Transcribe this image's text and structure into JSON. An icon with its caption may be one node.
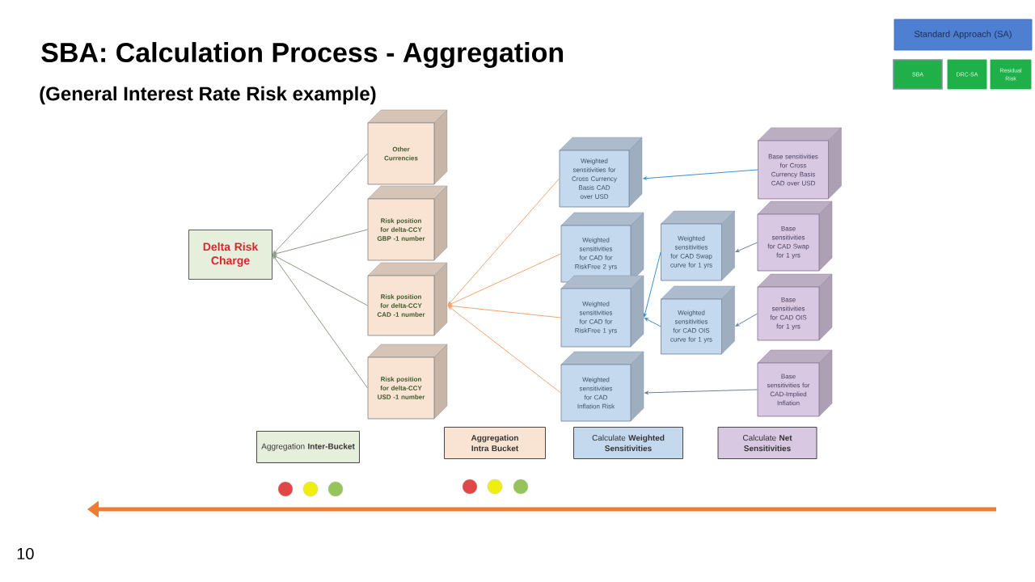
{
  "diagram": {
    "title": "SBA: Calculation Process - Aggregation",
    "nodes": [
      {
        "text": [
          "Delta Risk Charge"
        ]
      },
      {
        "text": [
          "Other Currencies"
        ]
      },
      {
        "text": [
          "Risk position for delta-CCY GBP -1 number"
        ]
      },
      {
        "text": [
          "Risk position for delta-CCY CAD -1 number"
        ]
      },
      {
        "text": [
          "Risk position for delta-CCY USD -1 number"
        ]
      },
      {
        "text": [
          "Weighted sensitivities for Cross Currency Basis CAD over USD"
        ]
      },
      {
        "text": [
          "Weighted sensitivities for CAD for RiskFree 2 yrs"
        ]
      },
      {
        "text": [
          "Weighted sensitivities for CAD for RiskFree 1 yrs"
        ]
      },
      {
        "text": [
          "Weighted sensitivities for CAD Inflation Risk"
        ]
      },
      {
        "text": [
          "Weighted sensitivities for CAD Swap curve for 1 yrs"
        ]
      },
      {
        "text": [
          "Weighted sensitivities for CAD OIS curve for 1 yrs"
        ]
      },
      {
        "text": [
          "Base sensitivities for Cross Currency Basis CAD over USD"
        ]
      },
      {
        "text": [
          "Base sensitivities for CAD Swap for 1 yrs"
        ]
      },
      {
        "text": [
          "Base sensitivities for CAD OIS for 1 yrs"
        ]
      },
      {
        "text": [
          "Base sensitivities for CAD-Implied Inflation"
        ]
      },
      {
        "text": [
          "Aggregation **Inter-Bucket**"
        ]
      },
      {
        "text": [
          "**Aggregation Intra Bucket**"
        ]
      },
      {
        "text": [
          "Calculate **Weighted Sensitivities**"
        ]
      },
      {
        "text": [
          "Calculate **Net Sensitivities**"
        ]
      },
      {
        "text": [
          "Standard Approach (SA)"
        ]
      },
      {
        "text": [
          "SBA"
        ]
      },
      {
        "text": [
          "DRC-SA"
        ]
      },
      {
        "text": [
          "Residual Risk"
        ]
      }
    ],
    "edges": [
      {
        "from": 1,
        "to": 0,
        "arrow": "to",
        "color": "#8a9a84"
      },
      {
        "from": 2,
        "to": 0,
        "arrow": "to",
        "color": "#8a9a84"
      },
      {
        "from": 3,
        "to": 0,
        "arrow": "to",
        "color": "#8a9a84"
      },
      {
        "from": 4,
        "to": 0,
        "arrow": "to",
        "color": "#8a9a84"
      },
      {
        "from": 5,
        "to": 3,
        "arrow": "to",
        "color": "#f2a46c"
      },
      {
        "from": 6,
        "to": 3,
        "arrow": "to",
        "color": "#f2a46c"
      },
      {
        "from": 7,
        "to": 3,
        "arrow": "to",
        "color": "#f2a46c"
      },
      {
        "from": 8,
        "to": 3,
        "arrow": "to",
        "color": "#f2a46c"
      },
      {
        "from": 9,
        "to": 7,
        "arrow": "to",
        "color": "#3a8fd0"
      },
      {
        "from": 10,
        "to": 7,
        "arrow": "to",
        "color": "#3a8fd0"
      },
      {
        "from": 11,
        "to": 5,
        "arrow": "to",
        "color": "#3a8fd0"
      },
      {
        "from": 12,
        "to": 9,
        "arrow": "to",
        "color": "#6a7f9c"
      },
      {
        "from": 13,
        "to": 10,
        "arrow": "to",
        "color": "#6a7f9c"
      },
      {
        "from": 14,
        "to": 8,
        "arrow": "to",
        "color": "#6a7f9c"
      }
    ],
    "labels": [
      "(General Interest Rate Risk example)",
      "10"
    ]
  }
}
